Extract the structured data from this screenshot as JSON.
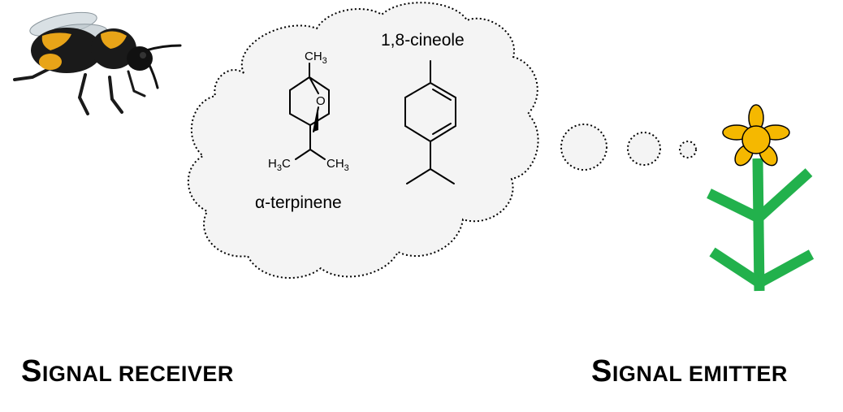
{
  "molecules": {
    "left": {
      "name": "α-terpinene",
      "atom_top": {
        "main": "CH",
        "sub": "3"
      },
      "atom_oxygen": "O",
      "atom_left": {
        "pre": "H",
        "sub": "3",
        "post": "C"
      },
      "atom_right": {
        "main": "CH",
        "sub": "3"
      }
    },
    "right": {
      "name": "1,8-cineole"
    }
  },
  "labels": {
    "receiver": {
      "initial": "S",
      "rest": "IGNAL RECEIVER"
    },
    "emitter": {
      "initial": "S",
      "rest": "IGNAL EMITTER"
    }
  },
  "icons": {
    "receiver": "bumblebee-icon",
    "emitter": "flower-icon",
    "thought": "thought-cloud-icon"
  },
  "colors": {
    "cloud_fill": "#f4f4f4",
    "stem": "#22b14c",
    "petal": "#f5b800",
    "bee_yellow": "#e8a418",
    "bee_body": "#1a1a1a"
  }
}
